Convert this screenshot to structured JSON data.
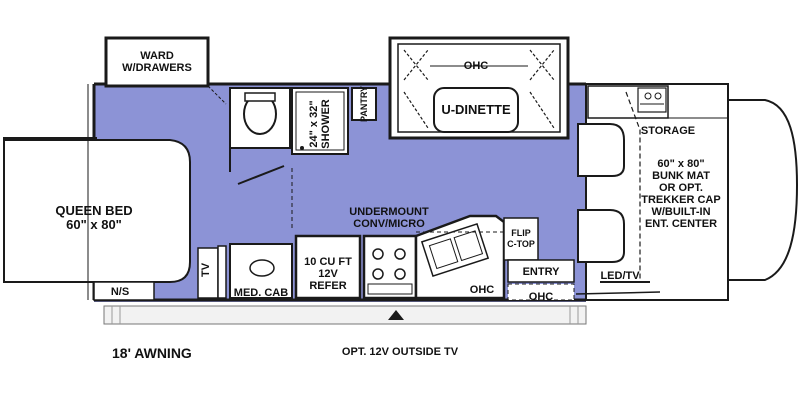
{
  "labels": {
    "ward": [
      "WARD",
      "W/DRAWERS"
    ],
    "queen_bed": [
      "QUEEN BED",
      "60\" x 80\""
    ],
    "ns": "N/S",
    "tv_left": "TV",
    "med_cab": "MED. CAB",
    "shower": [
      "24\" x 32\"",
      "SHOWER"
    ],
    "pantry": "PANTRY",
    "ohc_dinette": "OHC",
    "u_dinette": "U-DINETTE",
    "refer": [
      "10 CU FT",
      "12V",
      "REFER"
    ],
    "undermount": [
      "UNDERMOUNT",
      "CONV/MICRO"
    ],
    "ohc_kitchen": "OHC",
    "flip_ctop": [
      "FLIP",
      "C-TOP"
    ],
    "entry": "ENTRY",
    "ohc_entry": "OHC",
    "storage": "STORAGE",
    "bunk": [
      "60\" x 80\"",
      "BUNK MAT",
      "OR OPT.",
      "TREKKER CAP",
      "W/BUILT-IN",
      "ENT. CENTER"
    ],
    "led_tv": "LED/TV",
    "awning": "18' AWNING",
    "outside_tv": "OPT. 12V OUTSIDE TV"
  },
  "colors": {
    "floor": "#8c93d6",
    "wall": "#1a1a1a",
    "cab": "#ffffff",
    "awning": "#f2f2f2"
  }
}
